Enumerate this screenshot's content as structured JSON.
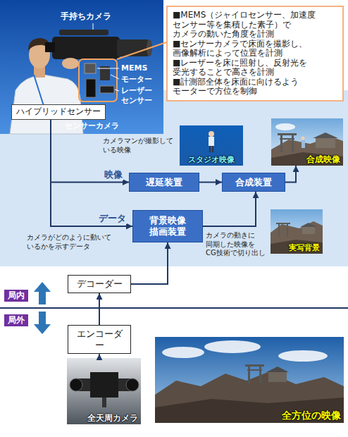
{
  "diagram": {
    "nodes": [
      {
        "text": [
          "ハイブリッドセンサー"
        ]
      },
      {
        "text": [
          "■MEMS（ジャイロセンサー、加速度 センサー等を集積した素子）で カメラの動いた角度を計測",
          "■センサーカメラで床面を撮影し、 画像解析によって位置を計測",
          "■レーザーを床に照射し、反射光を 受光することで高さを計測",
          "■計測部全体を床面に向けるよう モーターで方位を制御"
        ]
      },
      {
        "text": [
          "スタジオ映像"
        ]
      },
      {
        "text": [
          "合成映像"
        ]
      },
      {
        "text": [
          "遅延装置"
        ]
      },
      {
        "text": [
          "合成装置"
        ]
      },
      {
        "text": [
          "背景映像 描画装置"
        ]
      },
      {
        "text": [
          "実写背景"
        ]
      },
      {
        "text": [
          "デコーダー"
        ]
      },
      {
        "text": [
          "エンコーダー"
        ]
      },
      {
        "text": [
          "全天周カメラ"
        ]
      },
      {
        "text": [
          "全方位の映像"
        ]
      }
    ],
    "edges": [
      {
        "from": 0,
        "to": 4,
        "label": "映像",
        "arrow": "to"
      },
      {
        "from": 0,
        "to": 6,
        "label": "データ",
        "arrow": "to"
      },
      {
        "from": 4,
        "to": 5,
        "arrow": "to"
      },
      {
        "from": 6,
        "to": 5,
        "arrow": "to"
      },
      {
        "from": 5,
        "to": 3,
        "arrow": "to"
      },
      {
        "from": 8,
        "to": 6,
        "arrow": "to"
      },
      {
        "from": 9,
        "to": 8,
        "arrow": "to"
      },
      {
        "from": 10,
        "to": 9,
        "arrow": "to"
      }
    ],
    "labels": [
      "手持ちカメラ",
      "MEMS",
      "モーター",
      "レーザー センサー",
      "センサーカメラ",
      "カメラマンが撮影して いる映像",
      "カメラがどのように動いて いるかを示すデータ",
      "カメラの動きに 同期した映像を CG技術で切り出し",
      "局内",
      "局外"
    ]
  }
}
